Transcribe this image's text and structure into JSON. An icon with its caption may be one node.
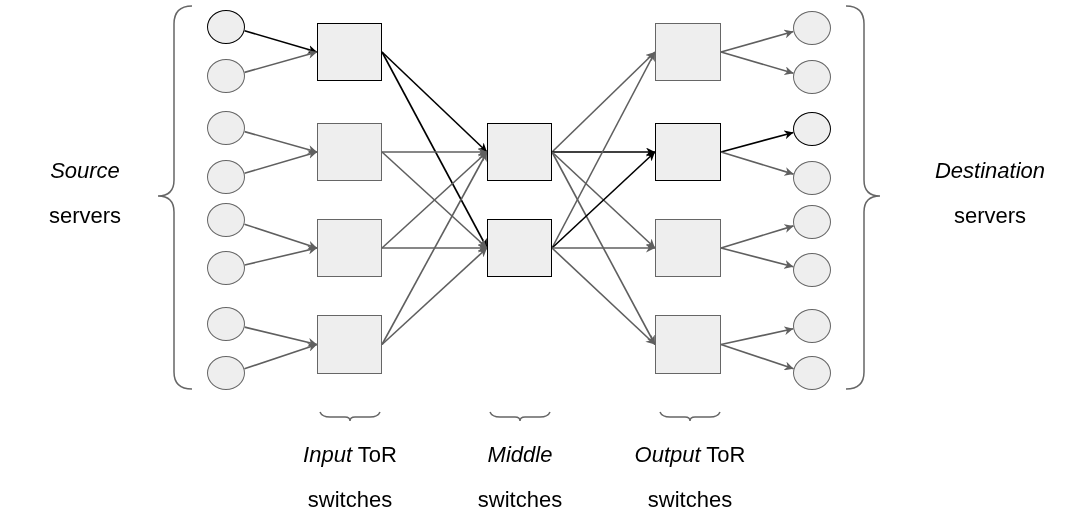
{
  "diagram": {
    "nodes": [
      {
        "text": [],
        "shape": "circle"
      },
      {
        "text": [],
        "shape": "circle"
      },
      {
        "text": [],
        "shape": "circle"
      },
      {
        "text": [],
        "shape": "circle"
      },
      {
        "text": [],
        "shape": "circle"
      },
      {
        "text": [],
        "shape": "circle"
      },
      {
        "text": [],
        "shape": "circle"
      },
      {
        "text": [],
        "shape": "circle"
      },
      {
        "text": [],
        "shape": "box"
      },
      {
        "text": [],
        "shape": "box"
      },
      {
        "text": [],
        "shape": "box"
      },
      {
        "text": [],
        "shape": "box"
      },
      {
        "text": [],
        "shape": "box"
      },
      {
        "text": [],
        "shape": "box"
      },
      {
        "text": [],
        "shape": "box"
      },
      {
        "text": [],
        "shape": "box"
      },
      {
        "text": [],
        "shape": "box"
      },
      {
        "text": [],
        "shape": "box"
      },
      {
        "text": [],
        "shape": "circle"
      },
      {
        "text": [],
        "shape": "circle"
      },
      {
        "text": [],
        "shape": "circle"
      },
      {
        "text": [],
        "shape": "circle"
      },
      {
        "text": [],
        "shape": "circle"
      },
      {
        "text": [],
        "shape": "circle"
      },
      {
        "text": [],
        "shape": "circle"
      },
      {
        "text": [],
        "shape": "circle"
      }
    ],
    "edges": [
      {
        "from": 0,
        "to": 8,
        "arrow": "to",
        "color": "#000000"
      },
      {
        "from": 1,
        "to": 8,
        "arrow": "to"
      },
      {
        "from": 2,
        "to": 9,
        "arrow": "to"
      },
      {
        "from": 3,
        "to": 9,
        "arrow": "to"
      },
      {
        "from": 4,
        "to": 10,
        "arrow": "to"
      },
      {
        "from": 5,
        "to": 10,
        "arrow": "to"
      },
      {
        "from": 6,
        "to": 11,
        "arrow": "to"
      },
      {
        "from": 7,
        "to": 11,
        "arrow": "to"
      },
      {
        "from": 8,
        "to": 12,
        "arrow": "to",
        "color": "#000000"
      },
      {
        "from": 8,
        "to": 13,
        "arrow": "to",
        "color": "#000000"
      },
      {
        "from": 9,
        "to": 12,
        "arrow": "to"
      },
      {
        "from": 9,
        "to": 13,
        "arrow": "to"
      },
      {
        "from": 10,
        "to": 12,
        "arrow": "to"
      },
      {
        "from": 10,
        "to": 13,
        "arrow": "to"
      },
      {
        "from": 11,
        "to": 12,
        "arrow": "to"
      },
      {
        "from": 11,
        "to": 13,
        "arrow": "to"
      },
      {
        "from": 12,
        "to": 14,
        "arrow": "to"
      },
      {
        "from": 12,
        "to": 15,
        "arrow": "to",
        "color": "#000000"
      },
      {
        "from": 12,
        "to": 16,
        "arrow": "to"
      },
      {
        "from": 12,
        "to": 17,
        "arrow": "to"
      },
      {
        "from": 13,
        "to": 14,
        "arrow": "to"
      },
      {
        "from": 13,
        "to": 15,
        "arrow": "to",
        "color": "#000000"
      },
      {
        "from": 13,
        "to": 16,
        "arrow": "to"
      },
      {
        "from": 13,
        "to": 17,
        "arrow": "to"
      },
      {
        "from": 14,
        "to": 18,
        "arrow": "to"
      },
      {
        "from": 14,
        "to": 19,
        "arrow": "to"
      },
      {
        "from": 15,
        "to": 20,
        "arrow": "to",
        "color": "#000000"
      },
      {
        "from": 15,
        "to": 21,
        "arrow": "to"
      },
      {
        "from": 16,
        "to": 22,
        "arrow": "to"
      },
      {
        "from": 16,
        "to": 23,
        "arrow": "to"
      },
      {
        "from": 17,
        "to": 24,
        "arrow": "to"
      },
      {
        "from": 17,
        "to": 25,
        "arrow": "to"
      }
    ],
    "labels": [
      "*Source* servers",
      "*Destination* servers",
      "*Input* ToR switches",
      "*Middle* switches",
      "*Output* ToR switches"
    ]
  }
}
